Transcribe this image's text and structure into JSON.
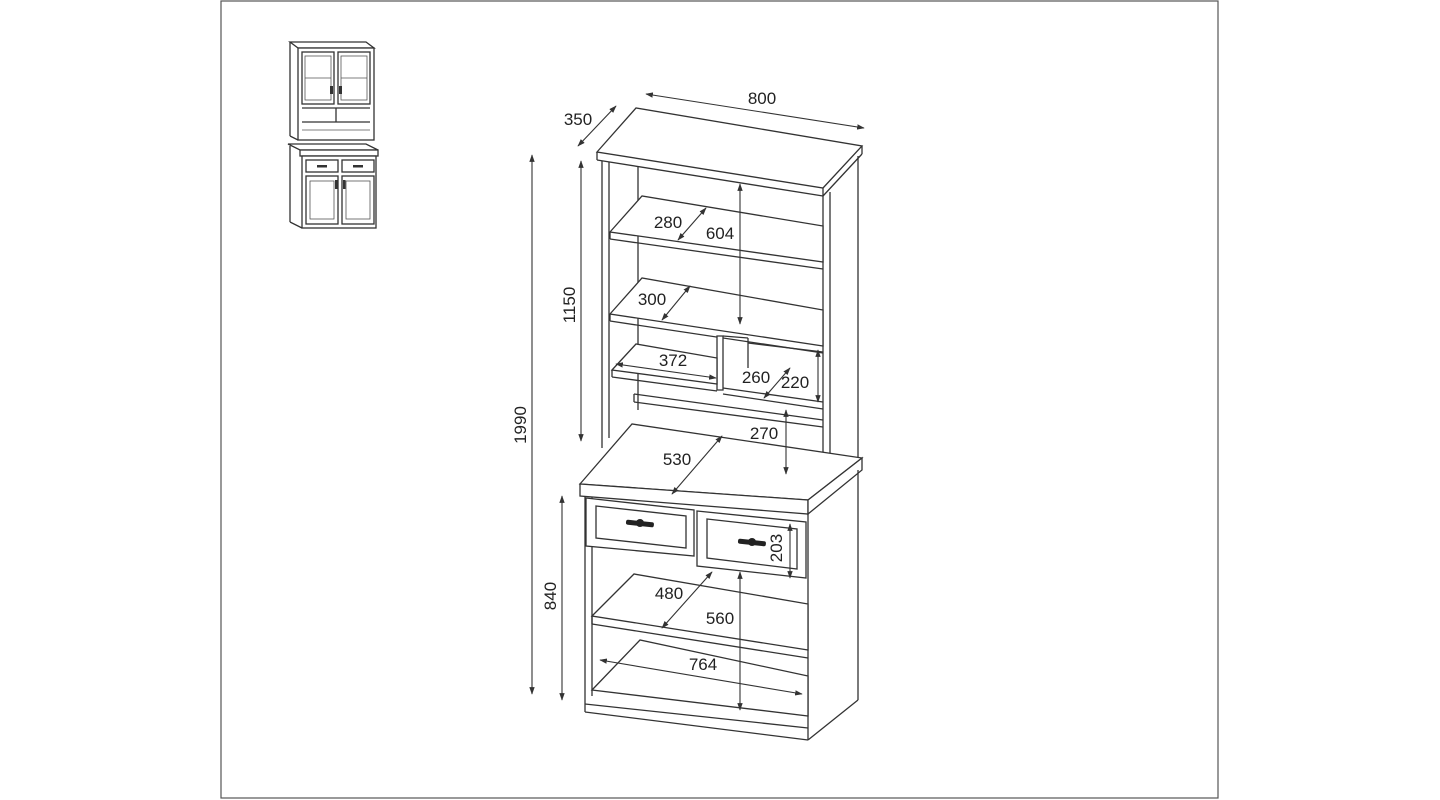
{
  "dimensions": {
    "width": "800",
    "depth": "350",
    "total_height": "1990",
    "upper_height": "1150",
    "lower_height": "840",
    "shelf_depth_top": "280",
    "shelf_gap_top": "604",
    "shelf_depth_mid": "300",
    "niche_width": "372",
    "niche_depth": "260",
    "niche_height": "220",
    "hutch_gap": "270",
    "worktop_depth": "530",
    "drawer_height": "203",
    "lower_shelf_depth": "480",
    "lower_gap": "560",
    "inner_width": "764"
  },
  "colors": {
    "line": "#333333",
    "frame": "#555555",
    "background": "#ffffff"
  }
}
